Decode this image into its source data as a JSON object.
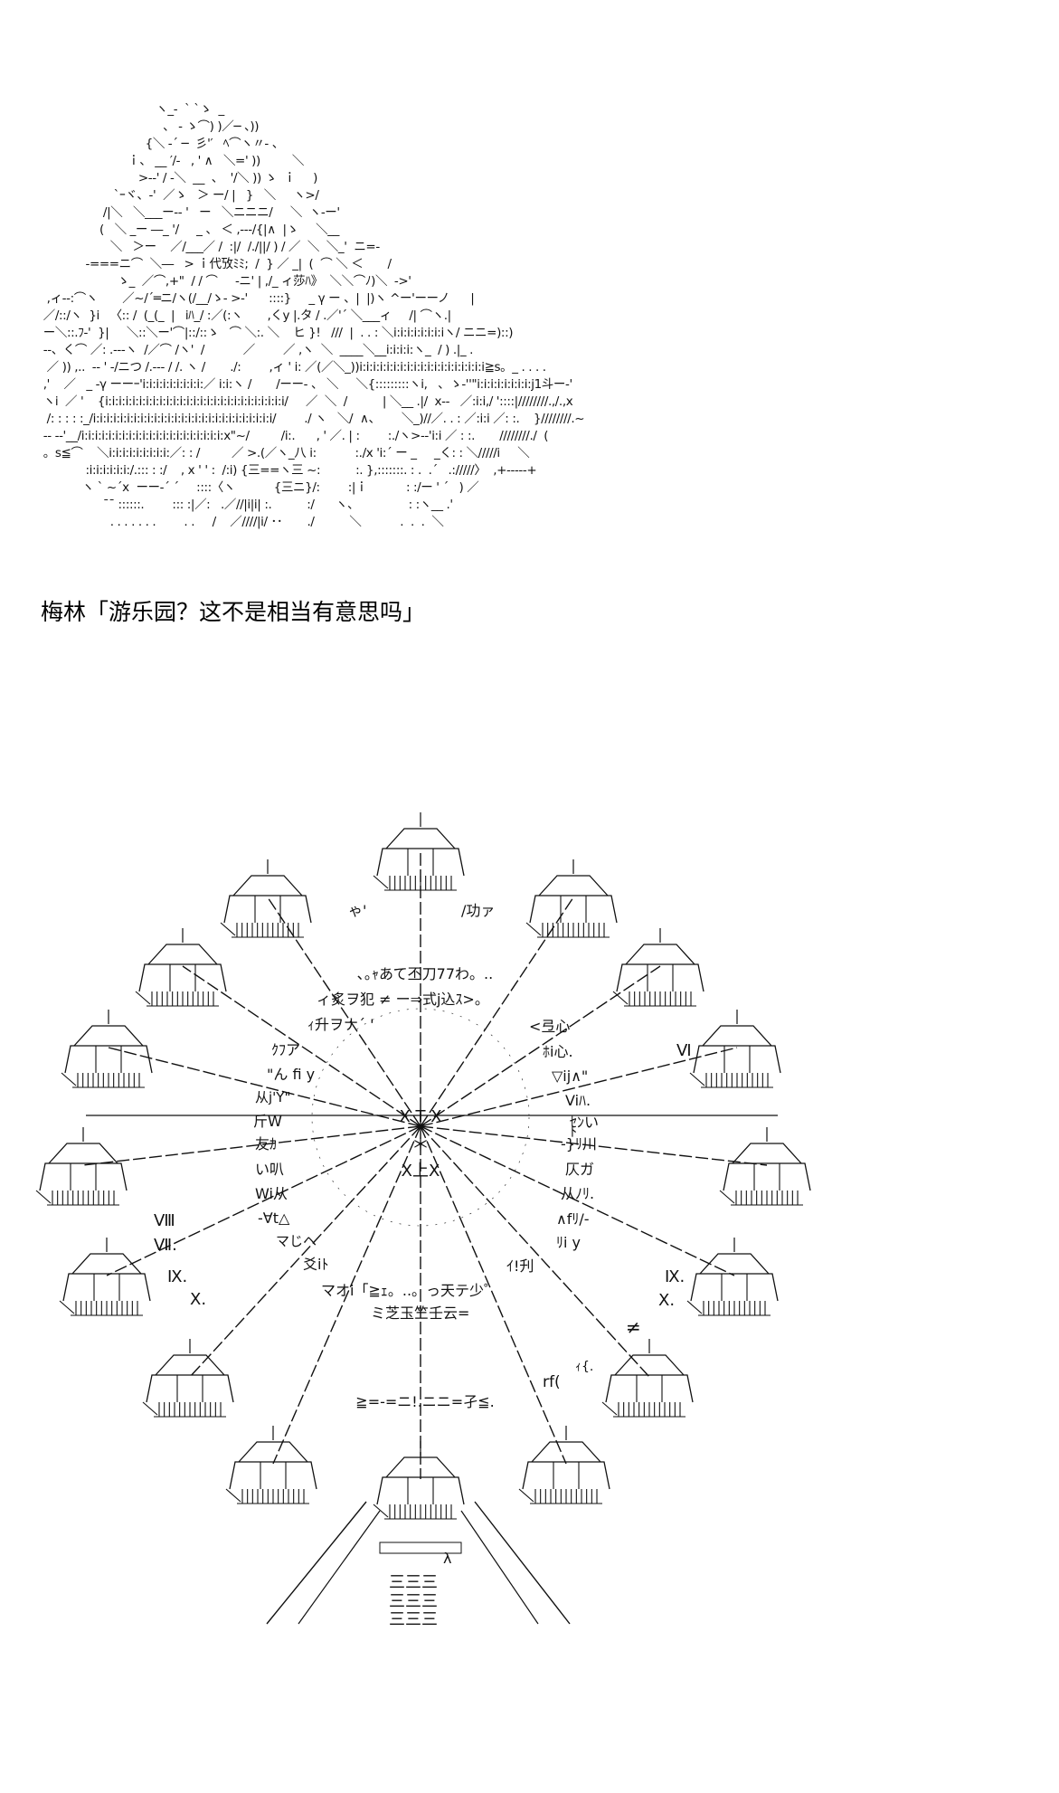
{
  "caption": "梅林「游乐园？这不是相当有意思吗」",
  "art_top": {
    "lines": [
      "                                  ヽ_-  ` `ゝ  _",
      "                                    、 - ゝ⌒) )／─ 、))",
      "                               {＼ -´ ─  彡'′   ﾍ⌒ヽ〃- 、",
      "                          ｉ、 __ ′/-   , ' ∧   ＼=' ))         ＼",
      "                             >--' / -＼  __  、  '/＼ )) ゝ  ｉ     )",
      "                      `ｰヾ、-'  ／ゝ   ＞ ー/ |   }   ＼     ヽ>/",
      "                   /|＼   ＼___ー-- '   ー   ＼ニニニ/     ＼  ヽ-ー'",
      "                  (   ＼ _ー ―_ '/     _ 、 ＜ ,---/{|∧  |ゝ     ＼__",
      "                     ＼   ＞ー    ／/___／ /  :|/  /./||/ ) / ／  ＼  ＼_'  ニ=-",
      "              -===ニ⌒  ＼―   > ｉ代攷ﾐﾐ;  /  } ／ _|  (  ⌒ ＼ ＜       /",
      "                       ゝ_  ／⌒,+\"  / / ⌒     -ニ' | ,/_ ィ莎ﾊ》  ＼＼⌒ﾉ)＼  ->'",
      "   ,ィ--:⌒ヽ       ／~/´═ニ/ヽ(/__/ゝ- >-'      ::::}     _ γ ー 、|  |)ヽ ^ー'ーーノ      |",
      "  ／/::/ヽ  }i   〈:: /  (_(_  |   iﾊ_/ :／(:ヽ       ,くy |.タ / .／'´ ＼___ィ     /| ⌒ヽ.|",
      "  ー＼::.ﾌ-'  }|     ＼::＼ー'⌒|::/::ゝ   ⌒ ＼:. ＼    ヒ }!   ///  |  . . : ＼i:i:i:i:i:i:i:iヽ/ ニニ=)::)",
      "  --、く⌒ ／: .---ヽ  /／⌒ /ヽ'  /           ／        ／ ,ヽ  ＼  ____＼__i:i:i:i:ヽ_  / ) .|_ .",
      "   ／ )) ,..  -- ' -/ニつ /.--- / /. ヽ /       ./:        ,ィ ' i: ／(／＼_))i:i:i:i:i:i:i:i:i:i:i:i:i:i:i:i:i:i:i≧s。_ . . . .",
      "  ,'    ／   _ -γ ーーｰ'i:i:i:i:i:i:i:i:i:／ i:i:ヽ /       /ーー- 、 ＼     ＼{:::::::::ヽi,   、ゝ-''\"i:i:i:i:i:i:i:i:j1斗ー-'",
      "  ヽi  ／ '    {i:i:i:i:i:i:i:i:i:i:i:i:i:i:i:i:i:i:i:i:i:i:i:i:i:i:i/     ／  ＼  /          | ＼__ .|/  x--   ／:i:i,/ '::::|////////.,/.,x",
      "   /: : : : :_/i:i:i:i:i:i:i:i:i:i:i:i:i:i:i:i:i:i:i:i:i:i:i:i:i:i:i/        ./ ヽ   ＼/  ∧、      ＼_)//／. . : ／:i:i ／: :.    }////////.~",
      "  -- --'__/i:i:i:i:i:i:i:i:i:i:i:i:i:i:i:i:i:i:i:i:i:x\"~/         /i:.      , ' ／. | :        :./ヽ>--'i:i ／ : :.       ////////./  (",
      "  。s≦⌒    ＼i:i:i:i:i:i:i:i:i:／: : /         ／ >.(／ヽ_八 i:           :./x 'i:´ ー _     _く: : ＼/////i     ＼",
      "              :i:i:i:i:i:i:/.::: : :/    , x ' ' :  /:i) {三==ヽ三 ~:          :. },:::::::. : .  .´   .://///〉  ,+-----+",
      "             ヽ ` ~´x  ーー-´ ´     ::::〈ヽ           {三ニ}/:        :|ｉ           : :/ー ' ´   ) ／",
      "                   ¯¯ ::::::.        ::: :|／:   .／//|i|i| :.          :/      ヽ、              : :ヽ__ .'",
      "                     . . . . . . .        . .     /    ／////|i/ ･･       ./          ＼           .  .  .  ＼"
    ]
  },
  "ferris_wheel": {
    "center_lines": [
      "､｡ｬあて丕刀77わ。..",
      "ィ炙ヲ犯 ≠ ー⇒式j込ｽ>。",
      "ｨ升ヲナ´ '",
      "ｸﾌア",
      "\"ん fi y",
      "从j'Y\"",
      "斤W",
      "友ｶ",
      "い叭",
      "Wi从",
      "-∀t△",
      "マじヘ",
      "爻iﾄ",
      "マオi「≧ｪ。..。っ天テ少゜",
      "ミ芝玉竺壬云="
    ],
    "right_lines": [
      "<弖心",
      "ﾎi心.",
      "▽ij∧\"",
      "Viﾊ.",
      "ｾﾝい",
      "ﾄ",
      "-}ﾘ川",
      "仄ガ",
      "从ﾉﾘ.",
      "∧fﾘ/-",
      "ﾘi y",
      "ｲ!刋"
    ],
    "hub_label": "X T X",
    "hub_star": "＊",
    "hub_lower": "X上X",
    "bottom_line": "≧=-=ニ!.ニニ=孑≦.",
    "numerals": [
      "Ⅵ",
      "Ⅷ",
      "Ⅶ.",
      "Ⅸ.",
      "X.",
      "Ⅸ.",
      "X."
    ],
    "misc": {
      "ne": "≠",
      "rf": "rf(",
      "ix_small": "ｨ{."
    },
    "top_labels": {
      "ya": "ゃ'",
      "kouya": "/功ァ"
    },
    "base_marks": {
      "lam": "λ"
    },
    "base_bars": "三三三"
  }
}
